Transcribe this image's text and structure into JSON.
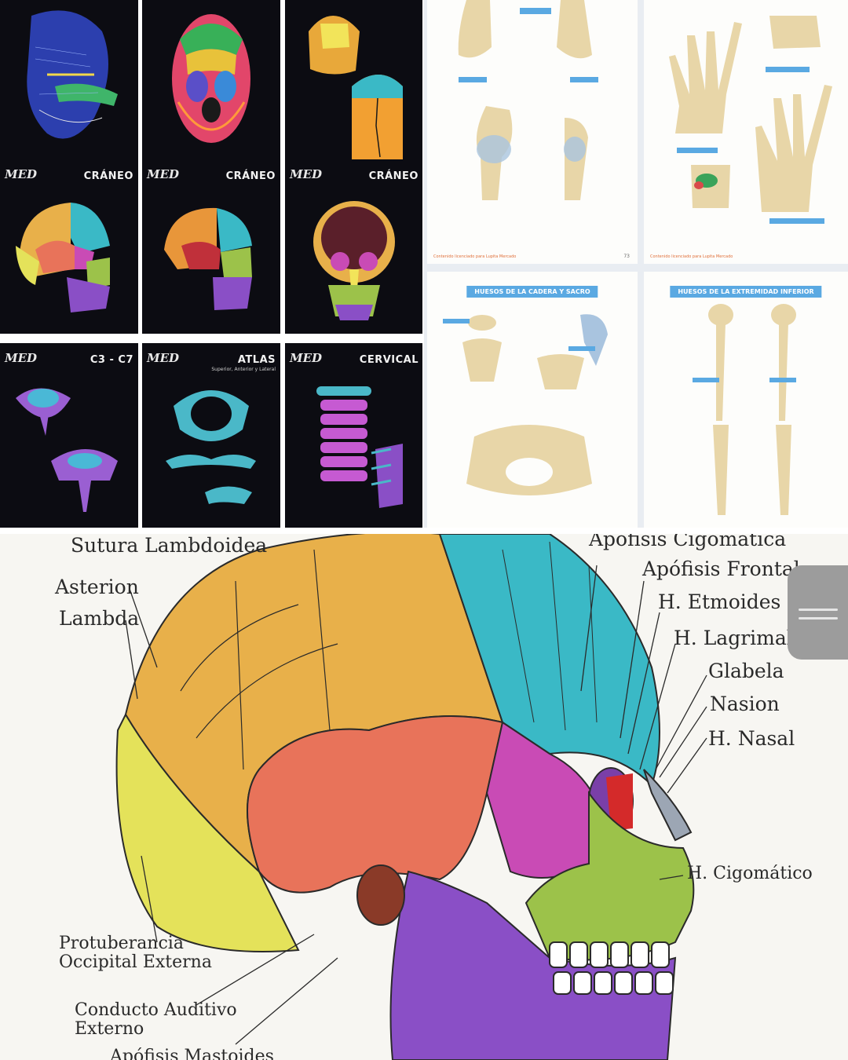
{
  "dark_grid": {
    "tiles": [
      {
        "title": "",
        "sub": "",
        "logo": ""
      },
      {
        "title": "",
        "sub": "",
        "logo": ""
      },
      {
        "title": "",
        "sub": "",
        "logo": ""
      },
      {
        "title": "CRÁNEO",
        "sub": "",
        "logo": "MED"
      },
      {
        "title": "CRÁNEO",
        "sub": "",
        "logo": "MED"
      },
      {
        "title": "CRÁNEO",
        "sub": "",
        "logo": "MED"
      },
      {
        "title": "C3 - C7",
        "sub": "",
        "logo": "MED"
      },
      {
        "title": "ATLAS",
        "sub": "Superior, Anterior y Lateral",
        "logo": "MED"
      },
      {
        "title": "CERVICAL",
        "sub": "",
        "logo": "MED"
      }
    ]
  },
  "book": {
    "pages": [
      {
        "header": "",
        "footer": "Contenido licenciado para Lupita Mercado",
        "number": "73"
      },
      {
        "header": "",
        "footer": "Contenido licenciado para Lupita Mercado",
        "number": ""
      },
      {
        "header": "HUESOS DE LA CADERA Y SACRO",
        "footer": "",
        "number": ""
      },
      {
        "header": "HUESOS DE LA EXTREMIDAD INFERIOR",
        "footer": "",
        "number": ""
      }
    ]
  },
  "closeup": {
    "labels_left": [
      "Sutura Lambdoidea",
      "Asterion",
      "Lambda",
      "Protuberancia Occipital Externa",
      "Conducto Auditivo Externo",
      "Apófisis Mastoides"
    ],
    "labels_right": [
      "Apófisis Cigomática",
      "Apófisis Frontal",
      "H. Etmoides",
      "H. Lagrimal",
      "Glabela",
      "Nasion",
      "H. Nasal",
      "H. Cigomático"
    ]
  },
  "colors": {
    "parietal": "#e8b04a",
    "frontal": "#3ab9c6",
    "temporal": "#e8735a",
    "occipital": "#e4e25a",
    "sphenoid": "#c94bb5",
    "maxilla": "#9cc24a",
    "mandible": "#8a4fc6",
    "dark_bg": "#0c0c12"
  }
}
